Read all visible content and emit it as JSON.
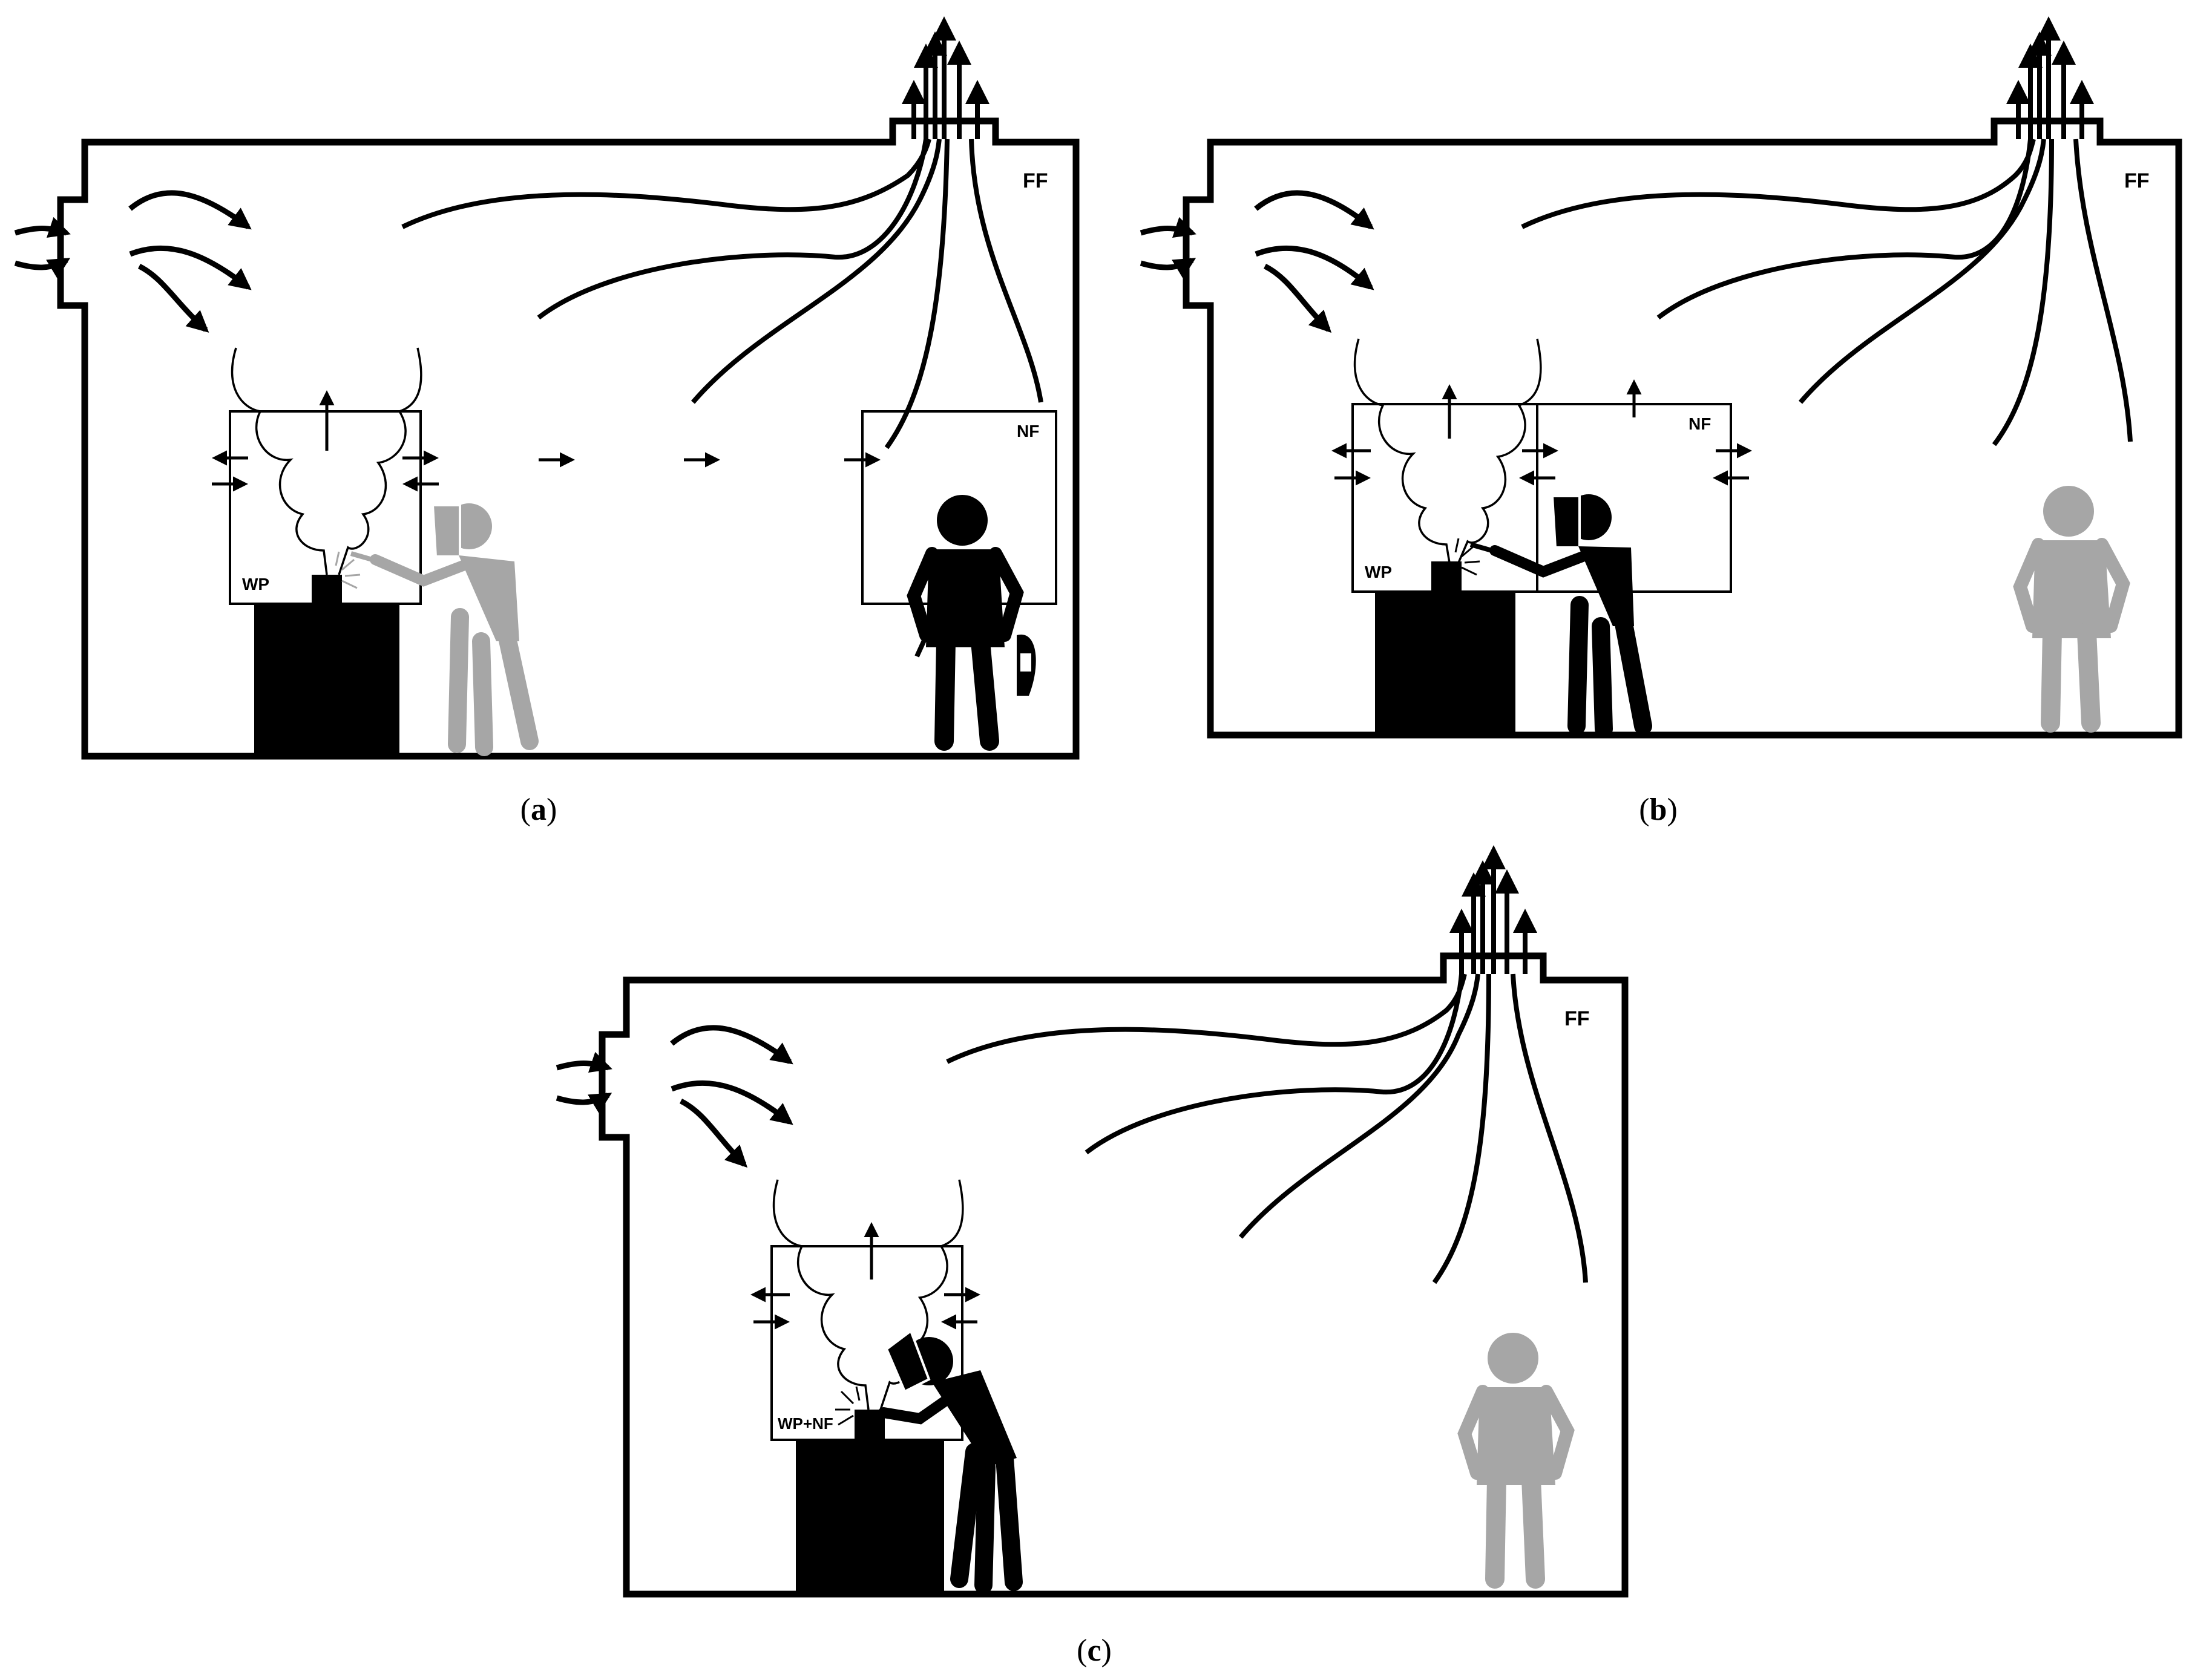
{
  "colors": {
    "ink": "#000000",
    "gray_figure": "#a6a6a6",
    "background": "#ffffff"
  },
  "panels": [
    {
      "id": "a",
      "caption_open": "(",
      "caption_letter": "a",
      "caption_close": ")",
      "labels": {
        "far_field": "FF",
        "welding_plume": "WP",
        "near_field": "NF"
      },
      "welder_color": "gray_figure",
      "bystander_color": "ink",
      "bystander_holds_mask": true
    },
    {
      "id": "b",
      "caption_open": "(",
      "caption_letter": "b",
      "caption_close": ")",
      "labels": {
        "far_field": "FF",
        "welding_plume": "WP",
        "near_field": "NF"
      },
      "welder_color": "ink",
      "bystander_color": "gray_figure",
      "bystander_holds_mask": false
    },
    {
      "id": "c",
      "caption_open": "(",
      "caption_letter": "c",
      "caption_close": ")",
      "labels": {
        "far_field": "FF",
        "combined_zone": "WP+NF"
      },
      "welder_color": "ink",
      "bystander_color": "gray_figure",
      "bystander_holds_mask": false
    }
  ],
  "icons": [
    "airflow-arrow-icon",
    "exhaust-vent-icon",
    "inlet-vent-icon",
    "welder-icon",
    "bystander-icon",
    "welding-spark-icon",
    "welding-mask-icon"
  ]
}
